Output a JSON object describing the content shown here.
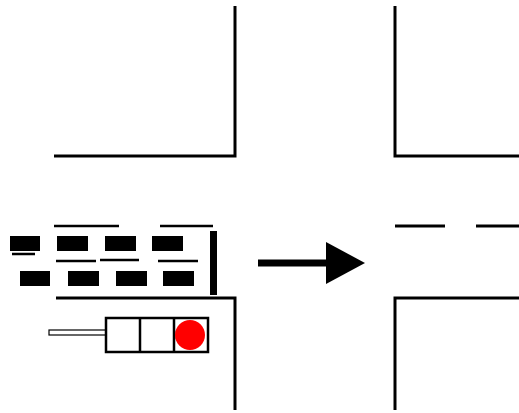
{
  "scene": {
    "colors": {
      "background": "#ffffff",
      "ink": "#000000",
      "signal_on": "#ff0000",
      "signal_off": "#ffffff"
    },
    "traffic_light": {
      "lamp_count": 3,
      "lit_lamp_index": 2,
      "lit_color": "red"
    },
    "icons": {
      "arrow": "arrow-right-icon",
      "traffic_light": "traffic-light-icon",
      "vehicles": "car-icon"
    }
  }
}
